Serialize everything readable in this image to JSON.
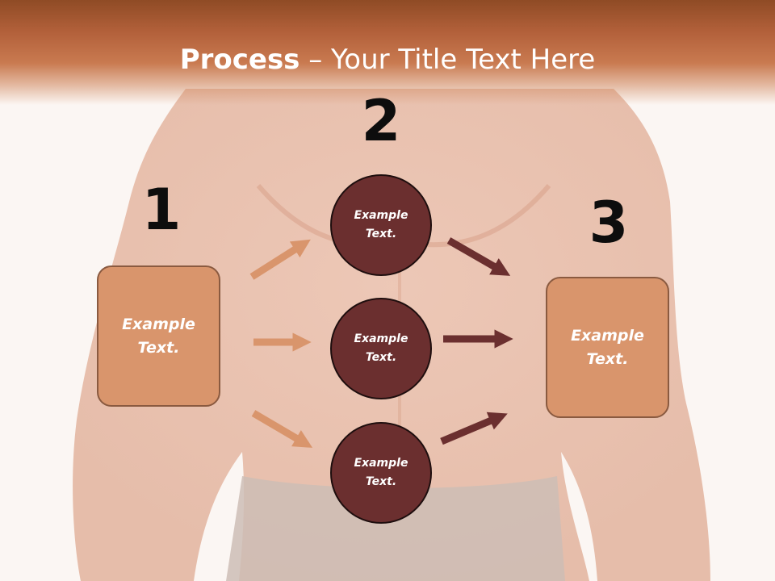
{
  "title": {
    "bold": "Process",
    "rest": " – Your Title Text Here"
  },
  "steps": [
    {
      "number": "1",
      "label": "Example Text."
    },
    {
      "number": "2",
      "items": [
        "Example Text.",
        "Example Text.",
        "Example Text."
      ]
    },
    {
      "number": "3",
      "label": "Example Text."
    }
  ],
  "colors": {
    "header": "#b2603a",
    "box": "#d9956c",
    "circle": "#6b2f2f",
    "arrow_light": "#d9956c",
    "arrow_dark": "#6b2f2f"
  }
}
